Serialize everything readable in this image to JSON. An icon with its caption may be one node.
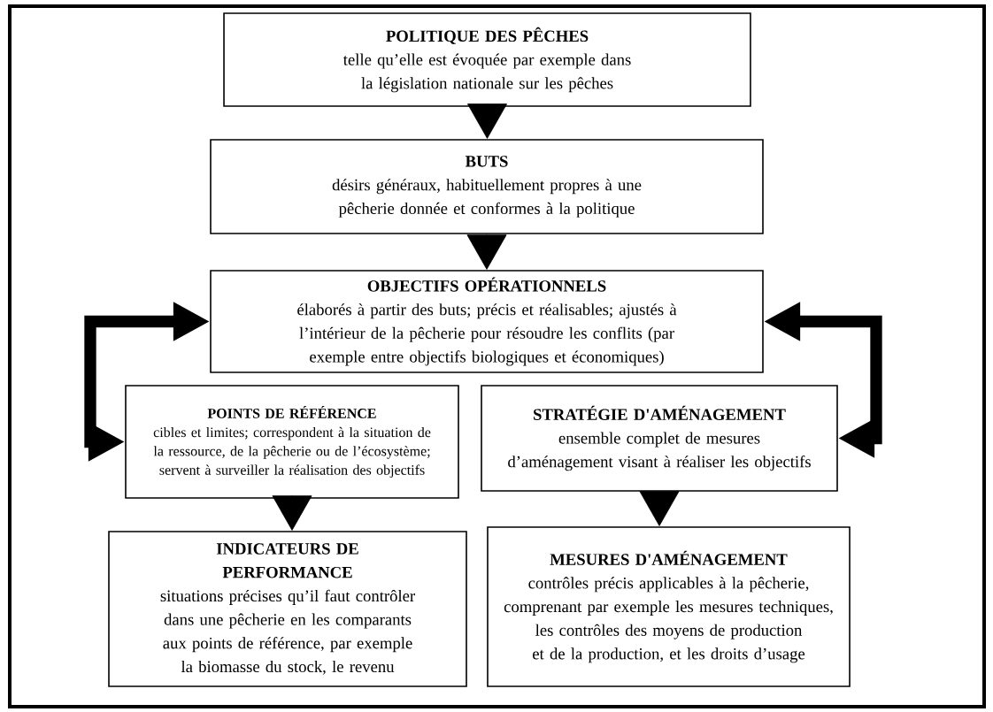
{
  "diagram": {
    "nodes": [
      {
        "text": [
          "POLITIQUE DES PÊCHES",
          "telle qu’elle est évoquée par exemple dans la législation nationale sur les pêches"
        ]
      },
      {
        "text": [
          "BUTS",
          "désirs généraux, habituellement propres à une pêcherie donnée et conformes à la politique"
        ]
      },
      {
        "text": [
          "OBJECTIFS OPÉRATIONNELS",
          "élaborés à partir des buts; précis et réalisables; ajustés à l’intérieur de la pêcherie pour résoudre les conflits (par exemple entre objectifs biologiques et économiques)"
        ]
      },
      {
        "text": [
          "POINTS DE RÉFÉRENCE",
          "cibles et limites; correspondent à la situation de la ressource, de la pêcherie ou de l’écosystème; servent à surveiller la réalisation des objectifs"
        ]
      },
      {
        "text": [
          "STRATÉGIE D'AMÉNAGEMENT",
          "ensemble complet de mesures d’aménagement visant à réaliser les objectifs"
        ]
      },
      {
        "text": [
          "INDICATEURS DE PERFORMANCE",
          "situations précises qu’il faut contrôler dans une pêcherie en les comparants aux points de référence, par exemple la biomasse du stock, le revenu"
        ]
      },
      {
        "text": [
          "MESURES D'AMÉNAGEMENT",
          "contrôles précis applicables à la pêcherie, comprenant par exemple les mesures techniques, les contrôles des moyens de production et de la production, et les droits d’usage"
        ]
      }
    ],
    "edges": [
      {
        "from": 0,
        "to": 1,
        "arrow": "to"
      },
      {
        "from": 1,
        "to": 2,
        "arrow": "to"
      },
      {
        "from": 2,
        "to": 3,
        "arrow": "both",
        "style": "thick"
      },
      {
        "from": 2,
        "to": 4,
        "arrow": "both",
        "style": "thick"
      },
      {
        "from": 3,
        "to": 5,
        "arrow": "to"
      },
      {
        "from": 4,
        "to": 6,
        "arrow": "to"
      }
    ]
  }
}
